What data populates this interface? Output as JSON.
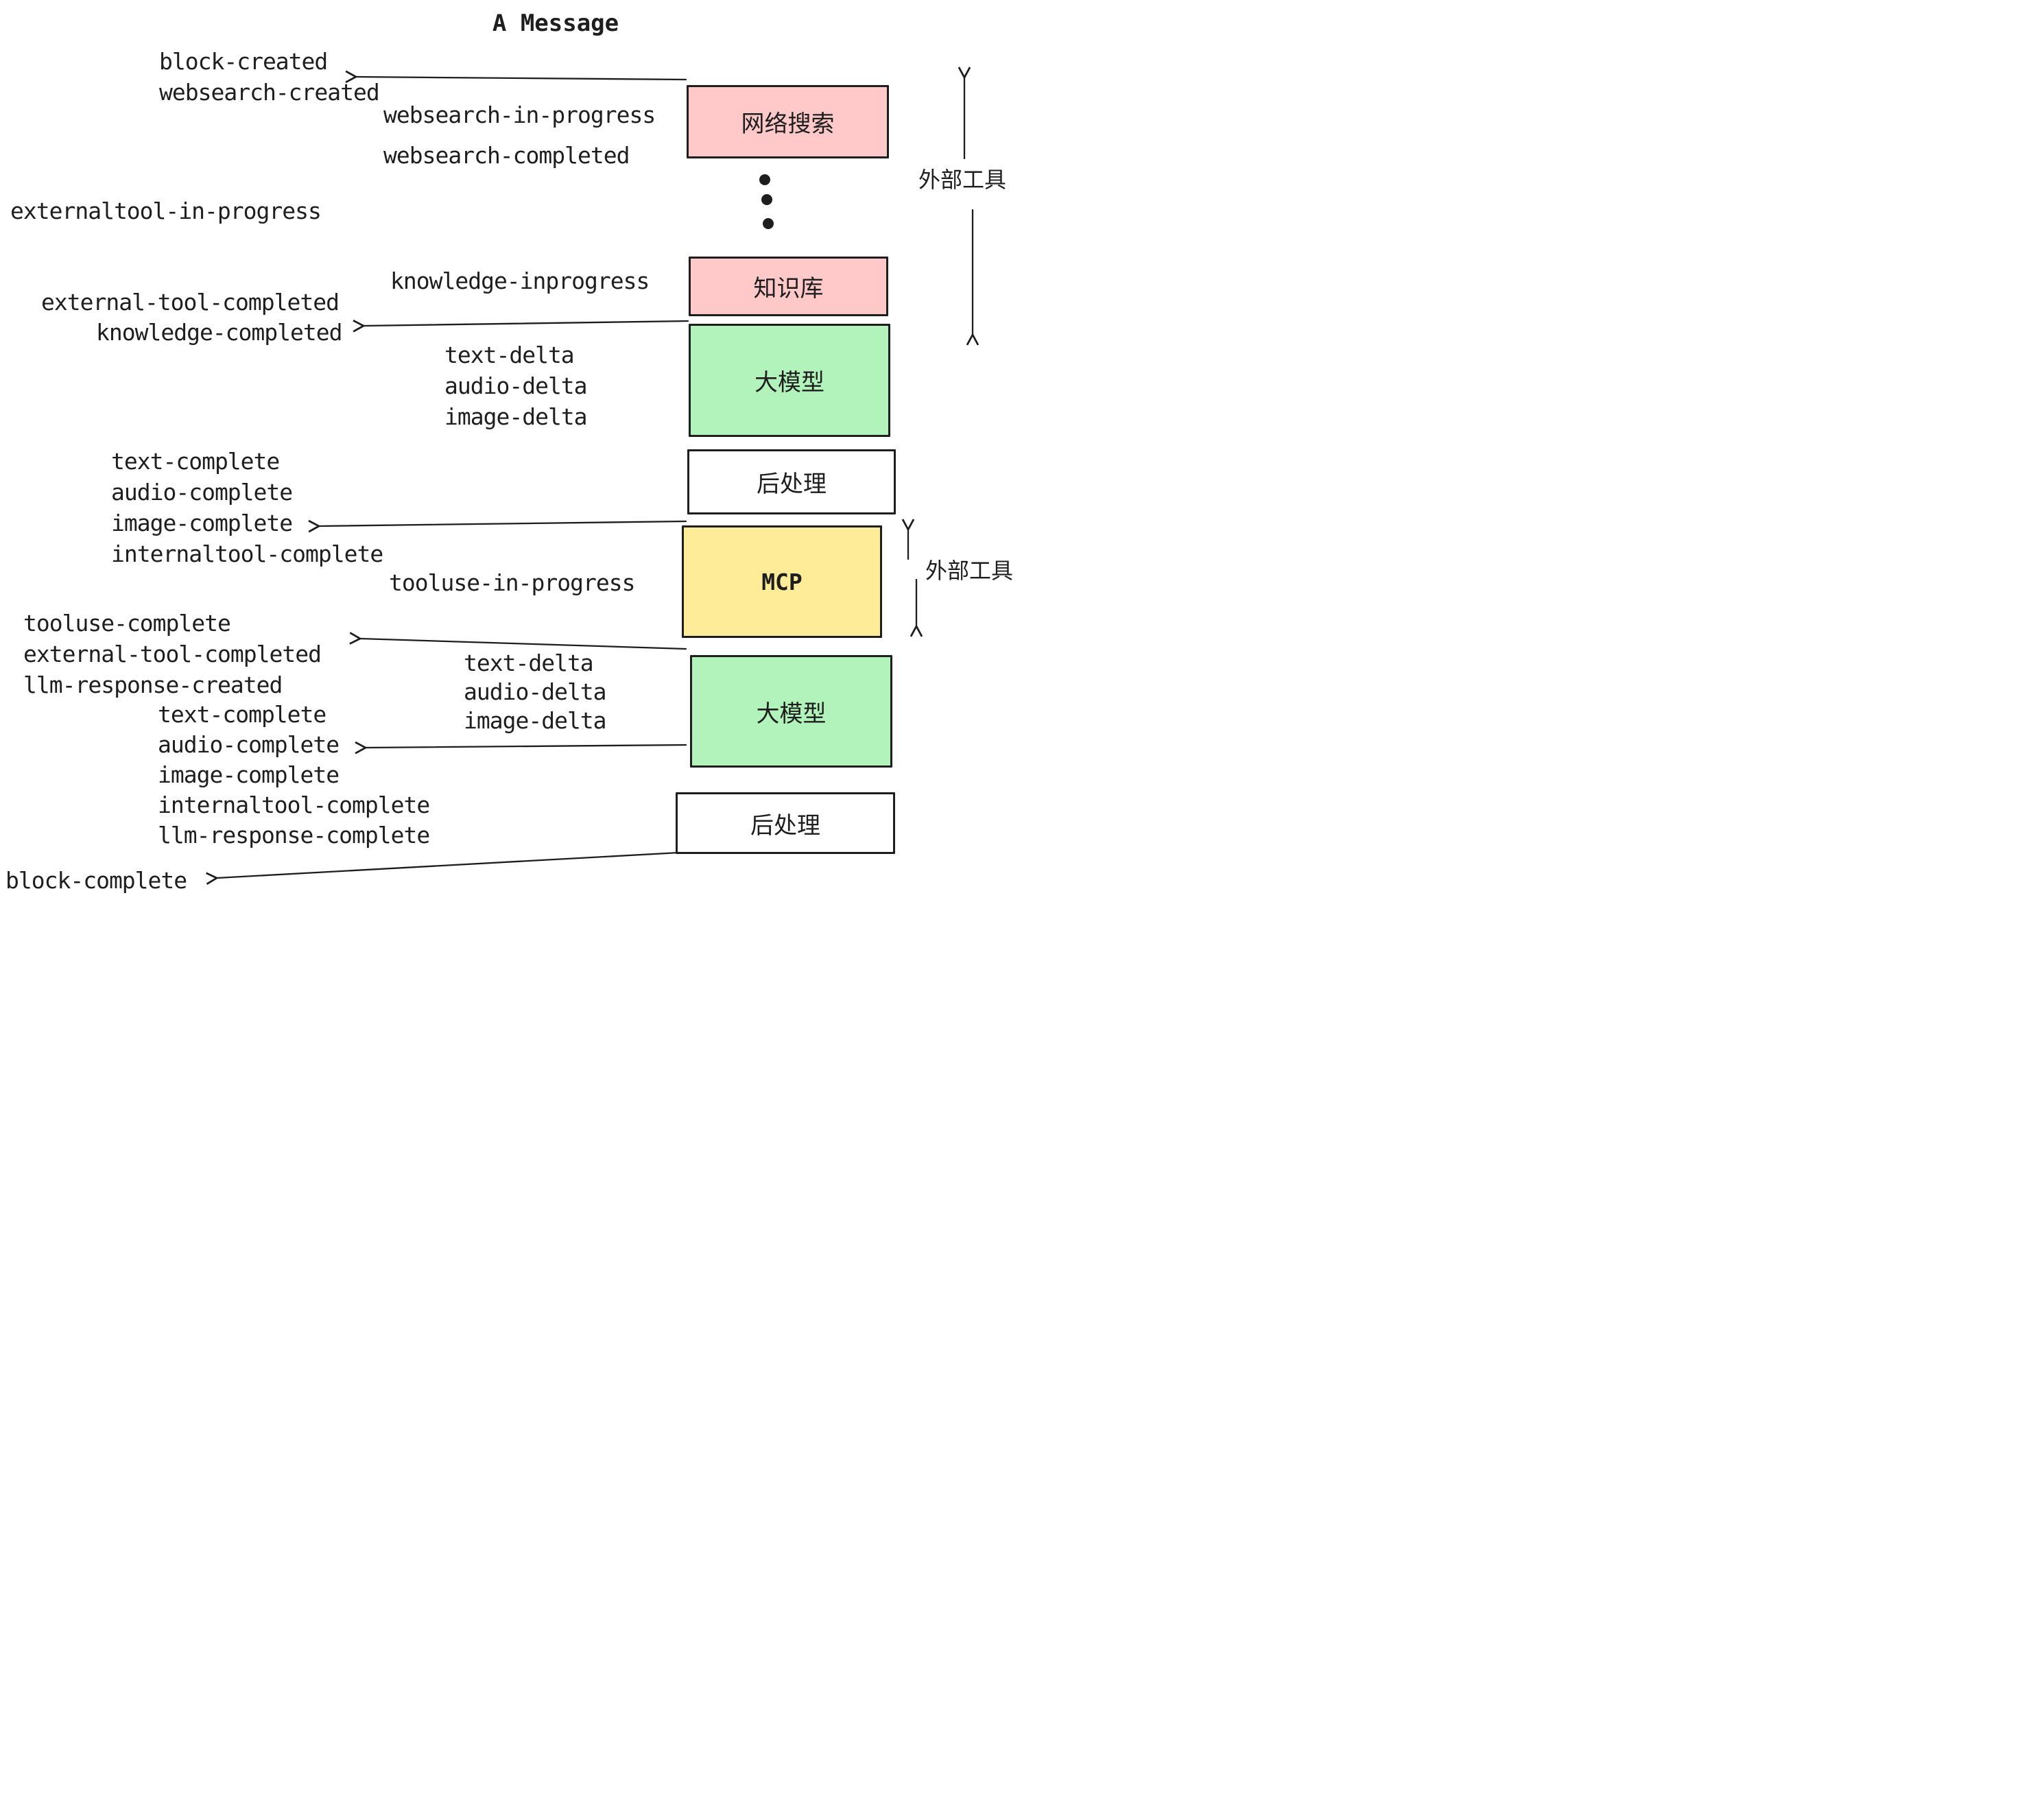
{
  "title": "A Message",
  "colors": {
    "ink": "#1e1e1e",
    "pink": "#ffc9c9",
    "green": "#b2f2bb",
    "yellow": "#ffec99",
    "white": "#ffffff",
    "background": "#ffffff"
  },
  "boxes": {
    "websearch": {
      "label": "网络搜索"
    },
    "knowledge": {
      "label": "知识库"
    },
    "llm1": {
      "label": "大模型"
    },
    "post1": {
      "label": "后处理"
    },
    "mcp": {
      "label": "MCP"
    },
    "llm2": {
      "label": "大模型"
    },
    "post2": {
      "label": "后处理"
    }
  },
  "annotations": {
    "external_tools_top": "外部工具",
    "external_tools_bottom": "外部工具"
  },
  "events": {
    "block_created": "block-created",
    "websearch_created": "websearch-created",
    "websearch_in_progress": "websearch-in-progress",
    "websearch_completed": "websearch-completed",
    "externaltool_in_progress": "externaltool-in-progress",
    "knowledge_inprogress": "knowledge-inprogress",
    "external_tool_completed": "external-tool-completed",
    "knowledge_completed": "knowledge-completed",
    "delta_group_1": [
      "text-delta",
      "audio-delta",
      "image-delta"
    ],
    "complete_group_1": [
      "text-complete",
      "audio-complete",
      "image-complete",
      "internaltool-complete"
    ],
    "tooluse_in_progress": "tooluse-in-progress",
    "tooluse_complete": "tooluse-complete",
    "external_tool_completed_2": "external-tool-completed",
    "llm_response_created": "llm-response-created",
    "delta_group_2": [
      "text-delta",
      "audio-delta",
      "image-delta"
    ],
    "complete_group_2": [
      "text-complete",
      "audio-complete",
      "image-complete",
      "internaltool-complete",
      "llm-response-complete"
    ],
    "block_complete": "block-complete"
  }
}
